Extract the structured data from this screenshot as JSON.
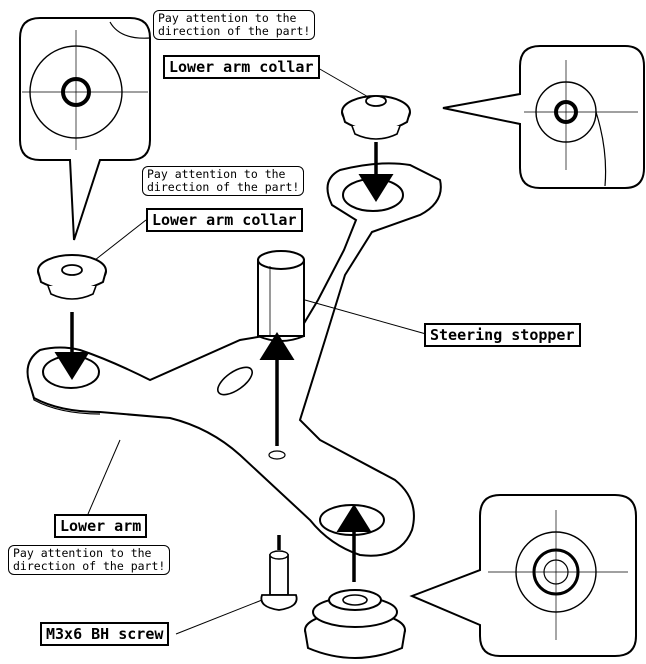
{
  "labels": {
    "collar_top": "Lower arm collar",
    "collar_left": "Lower arm collar",
    "steering_stopper": "Steering stopper",
    "lower_arm": "Lower arm",
    "screw": "M3x6 BH screw"
  },
  "notes": {
    "top": "Pay attention to the\ndirection of the part!",
    "middle": "Pay attention to the\ndirection of the part!",
    "bottom": "Pay attention to the\ndirection of the part!"
  }
}
